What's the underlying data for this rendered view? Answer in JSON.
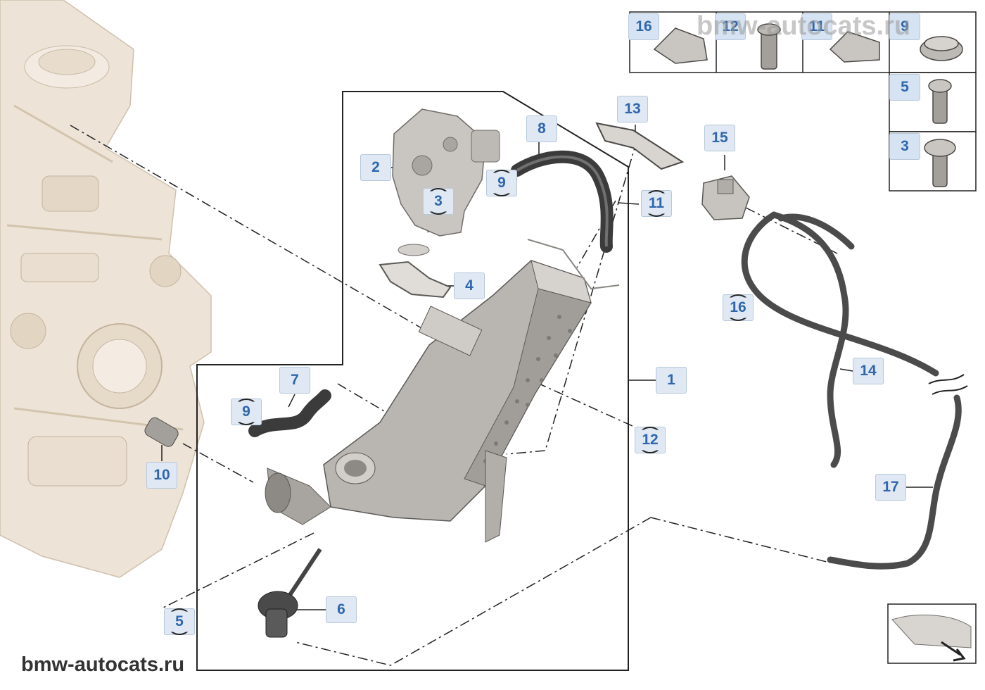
{
  "watermark": "bmw-autocats.ru",
  "footer": "bmw-autocats.ru",
  "callouts": {
    "c1": "1",
    "c2": "2",
    "c3": "3",
    "c4": "4",
    "c5": "5",
    "c6": "6",
    "c7": "7",
    "c8": "8",
    "c9a": "9",
    "c9b": "9",
    "c10": "10",
    "c11": "11",
    "c12": "12",
    "c13": "13",
    "c14": "14",
    "c15": "15",
    "c16": "16",
    "c17": "17"
  },
  "table": {
    "t16": "16",
    "t12": "12",
    "t11": "11",
    "t9": "9",
    "t5": "5",
    "t3": "3"
  },
  "colors": {
    "callout_text": "#2f67ad",
    "callout_bg": "#dfe8f3",
    "engine": "#ede3d6",
    "parts": "#b9b6b2"
  }
}
